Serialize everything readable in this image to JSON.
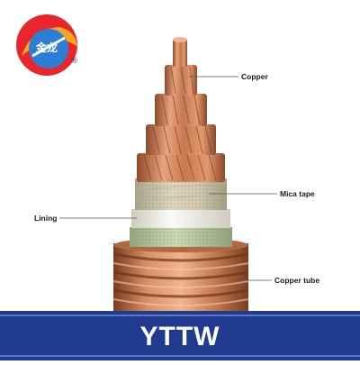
{
  "logo": {
    "name": "brand-logo",
    "text": "金龙",
    "registered_mark": "®",
    "colors": {
      "outer": "#e8262c",
      "inner": "#2a7fd4",
      "accent": "#f5b51d"
    }
  },
  "cable": {
    "colors": {
      "copper_light": "#e7a27c",
      "copper_mid": "#c7784e",
      "copper_dark": "#8c4a2a",
      "mica": "#d9d0b6",
      "mica_green": "#bcd3a6",
      "lining": "#f4f2ec",
      "tube": "#c27a4e"
    }
  },
  "callouts": {
    "copper": "Copper",
    "mica_tape": "Mica tape",
    "lining": "Lining",
    "copper_tube": "Copper tube"
  },
  "footer": {
    "model": "YTTW",
    "bar_color": "#1f3a8e"
  }
}
